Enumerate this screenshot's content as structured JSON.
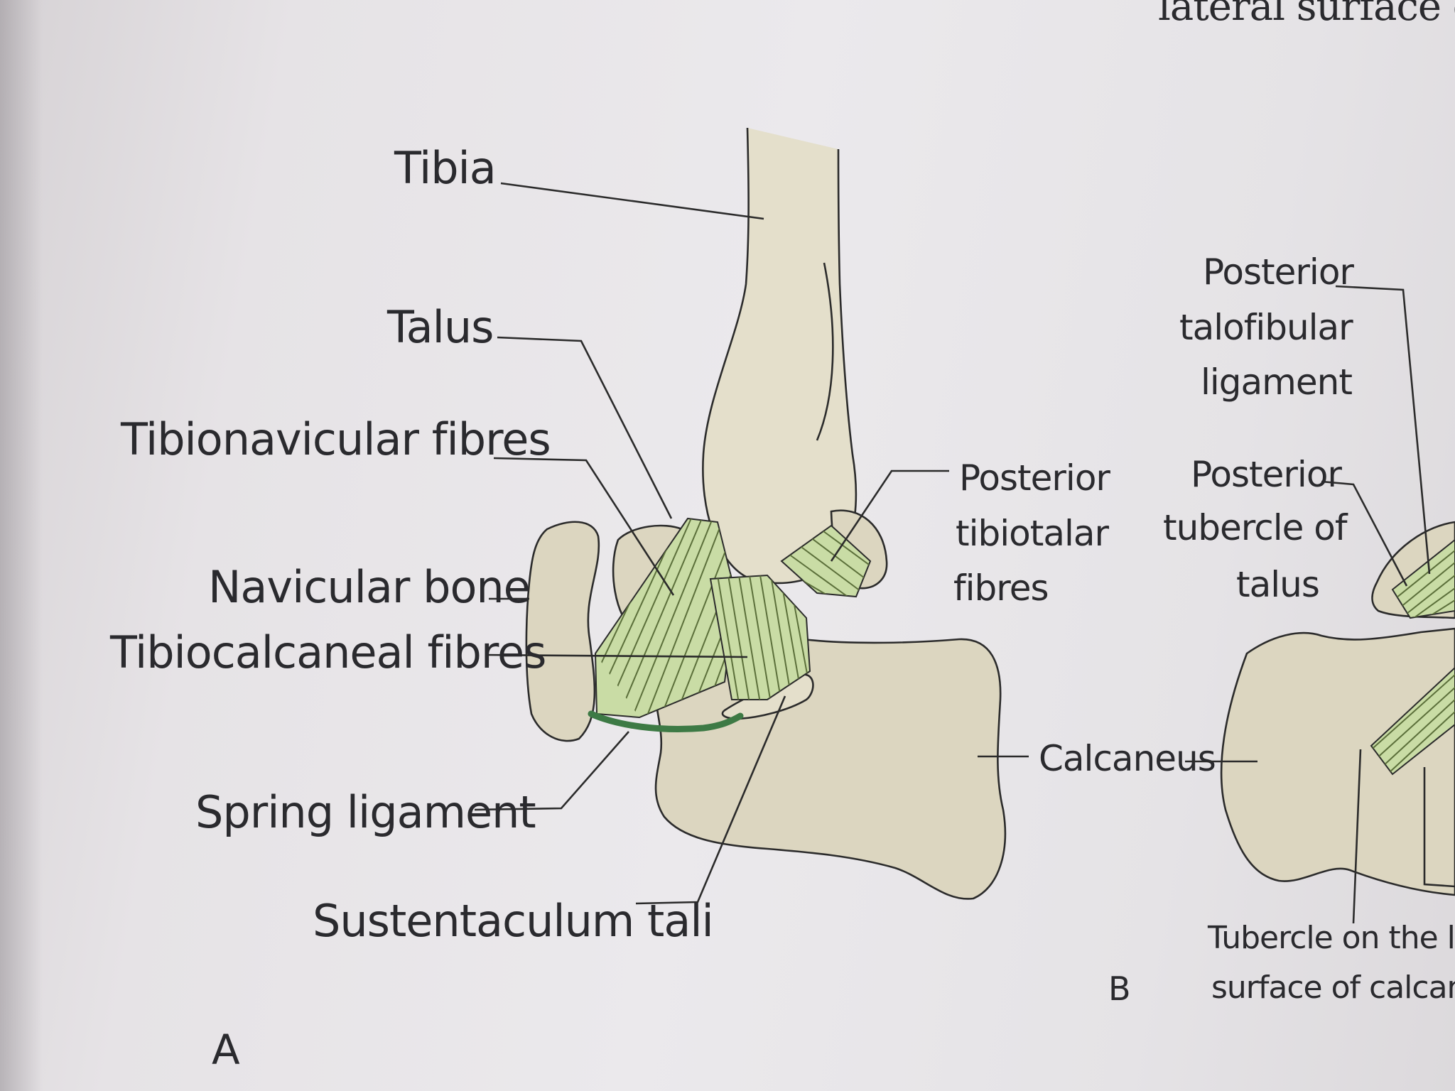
{
  "top_text": "lateral surface of",
  "panel_a": {
    "letter": "A",
    "labels": {
      "tibia": "Tibia",
      "talus": "Talus",
      "tibionavicular": "Tibionavicular fibres",
      "navicular": "Navicular bone",
      "tibiocalcaneal": "Tibiocalcaneal fibres",
      "spring": "Spring ligament",
      "sustentaculum": "Sustentaculum tali",
      "posterior_tibiotalar_1": "Posterior",
      "posterior_tibiotalar_2": "tibiotalar",
      "posterior_tibiotalar_3": "fibres",
      "calcaneus": "Calcaneus"
    }
  },
  "panel_b": {
    "letter": "B",
    "labels": {
      "ptfl_1": "Posterior",
      "ptfl_2": "talofibular",
      "ptfl_3": "ligament",
      "ptt_1": "Posterior",
      "ptt_2": "tubercle of",
      "ptt_3": "talus",
      "tubercle_1": "Tubercle on the lateral",
      "tubercle_2": "surface of calcaneus"
    }
  },
  "colors": {
    "bone": "#dcd6c0",
    "ligament": "#c9dca5",
    "ligament_stripe": "#5b6f3a",
    "spring_ligament": "#3d7a45",
    "outline": "#2b2b2b"
  }
}
